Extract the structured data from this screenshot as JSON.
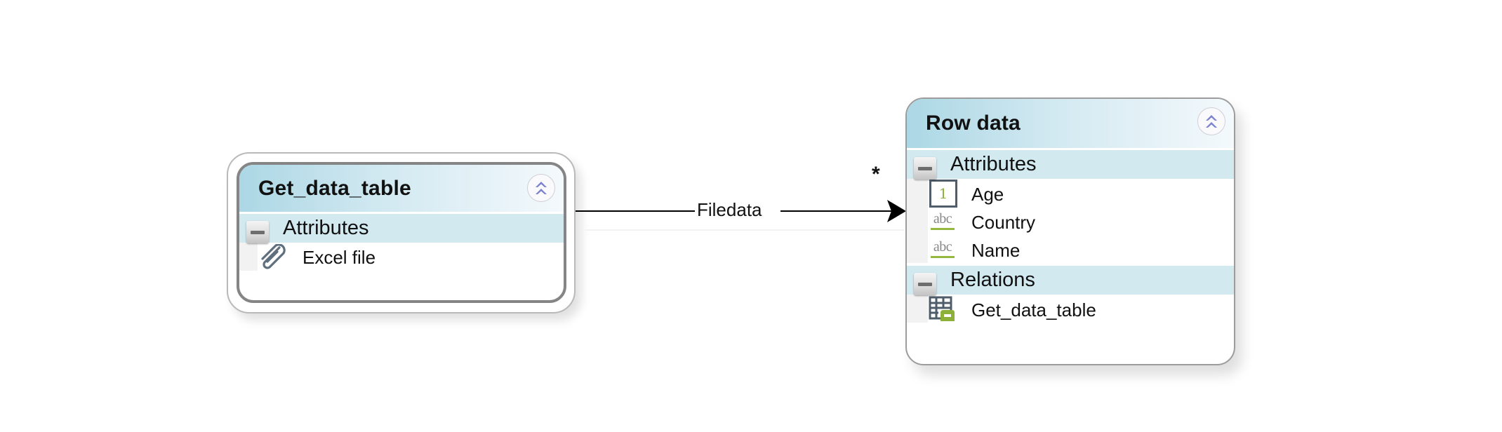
{
  "entities": {
    "source": {
      "title": "Get_data_table",
      "selected": true,
      "sections": [
        {
          "label": "Attributes",
          "items": [
            {
              "label": "Excel file",
              "icon": "paperclip-icon"
            }
          ]
        }
      ]
    },
    "target": {
      "title": "Row data",
      "selected": false,
      "sections": [
        {
          "label": "Attributes",
          "items": [
            {
              "label": "Age",
              "icon": "number-attribute-icon",
              "icon_text": "1"
            },
            {
              "label": "Country",
              "icon": "string-attribute-icon",
              "icon_text": "abc"
            },
            {
              "label": "Name",
              "icon": "string-attribute-icon",
              "icon_text": "abc"
            }
          ]
        },
        {
          "label": "Relations",
          "items": [
            {
              "label": "Get_data_table",
              "icon": "entity-relation-icon"
            }
          ]
        }
      ]
    }
  },
  "connector": {
    "label": "Filedata",
    "from": "Get_data_table",
    "to": "Row data",
    "target_multiplicity": "*",
    "arrow": "filled-arrowhead"
  },
  "colors": {
    "header_gradient_start": "#acd7e5",
    "header_gradient_end": "#f4f9fc",
    "section_bg": "#d3e9f0",
    "collapse_chevron": "#7b80cf",
    "attribute_icon_green": "#8db03a"
  }
}
